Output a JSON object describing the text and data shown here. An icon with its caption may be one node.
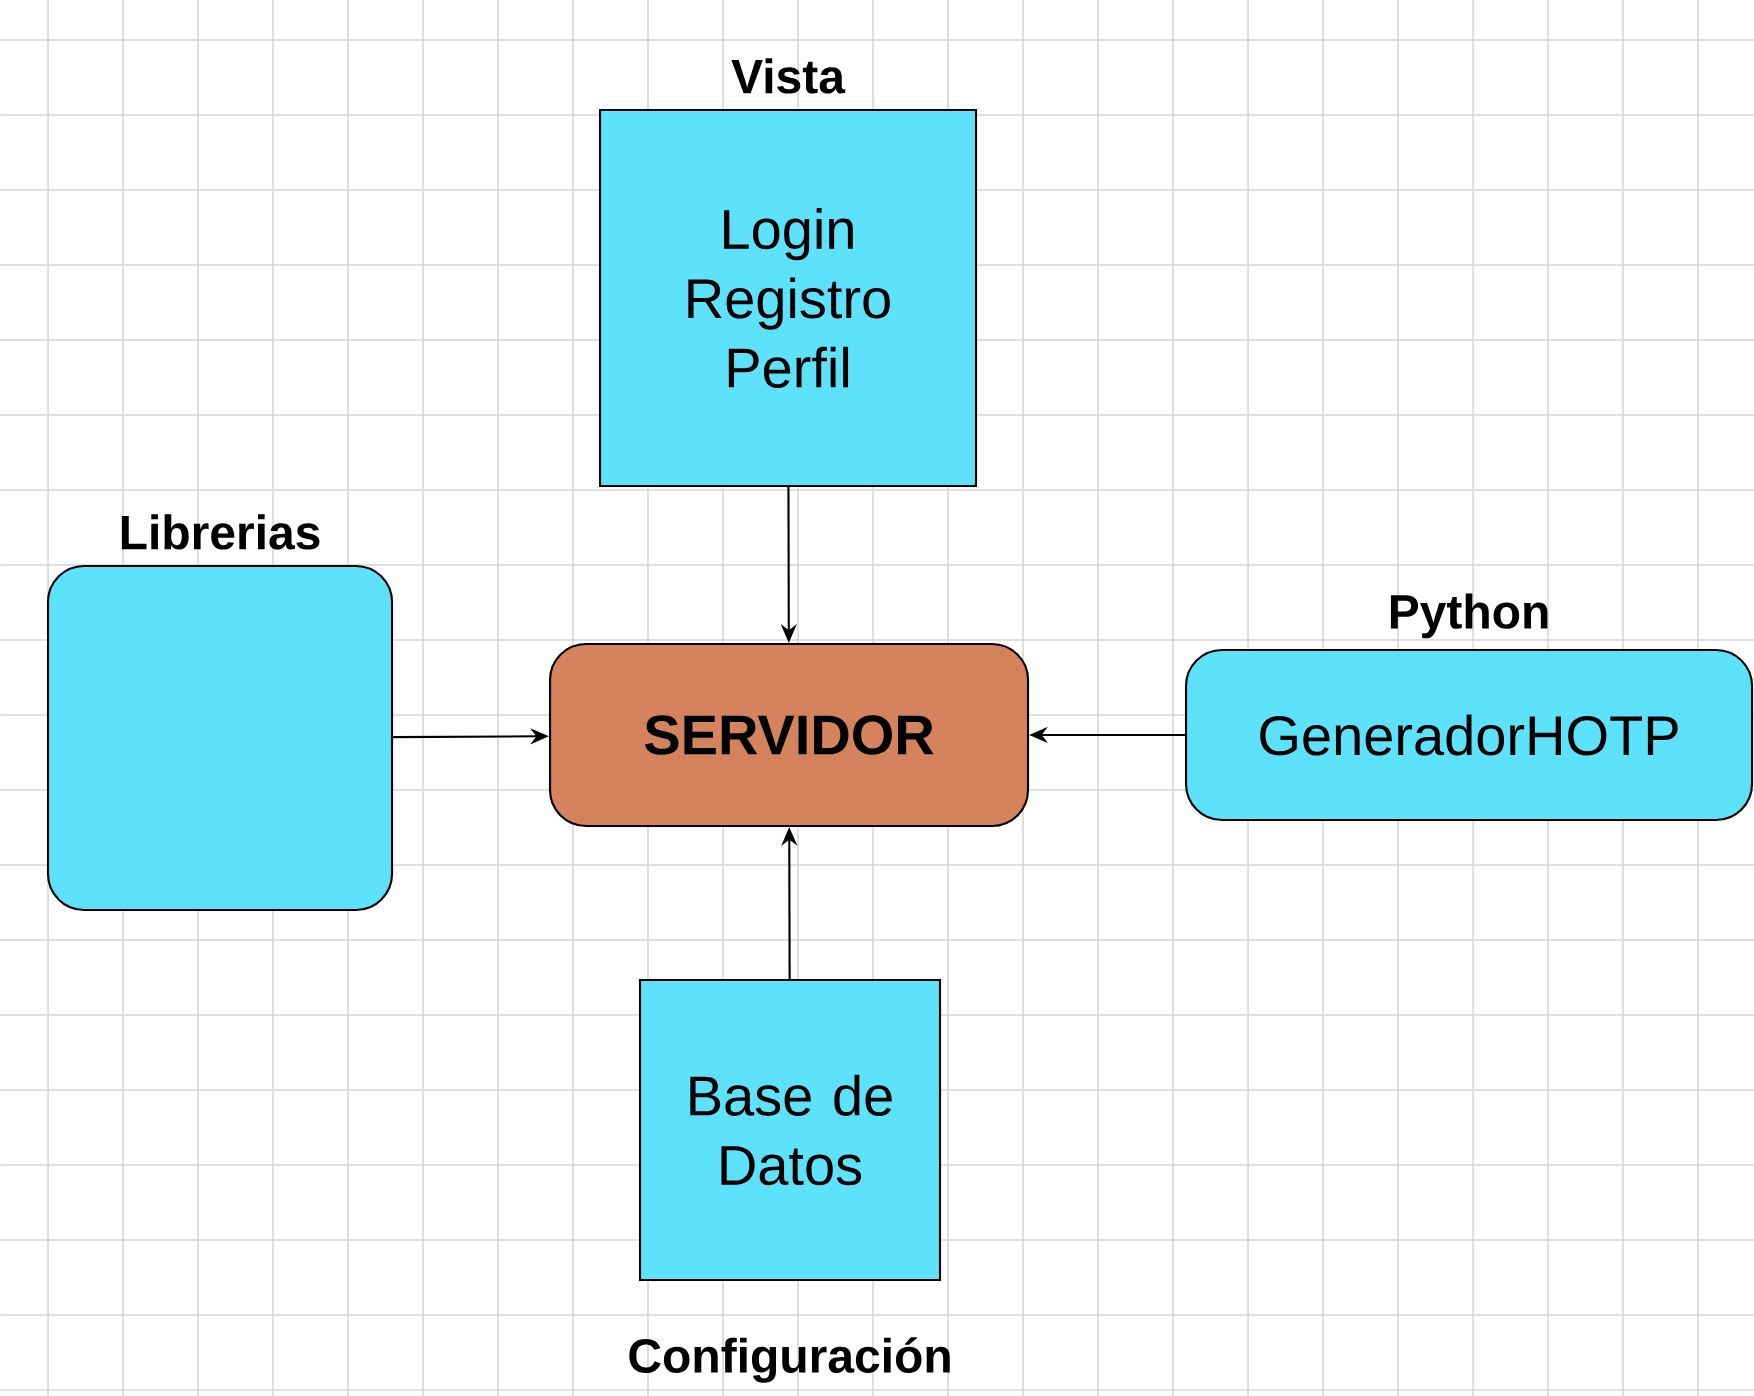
{
  "diagram": {
    "nodes": [
      {
        "text": [
          "Vista",
          "Login Registro Perfil"
        ]
      },
      {
        "text": [
          "Librerias"
        ]
      },
      {
        "text": [
          "SERVIDOR"
        ]
      },
      {
        "text": [
          "Python",
          "GeneradorHOTP"
        ]
      },
      {
        "text": [
          "Base de Datos",
          "Configuración"
        ]
      }
    ],
    "edges": [
      {
        "from": 0,
        "to": 2,
        "arrow": "to"
      },
      {
        "from": 1,
        "to": 2,
        "arrow": "to"
      },
      {
        "from": 3,
        "to": 2,
        "arrow": "to"
      },
      {
        "from": 4,
        "to": 2,
        "arrow": "to"
      }
    ]
  }
}
